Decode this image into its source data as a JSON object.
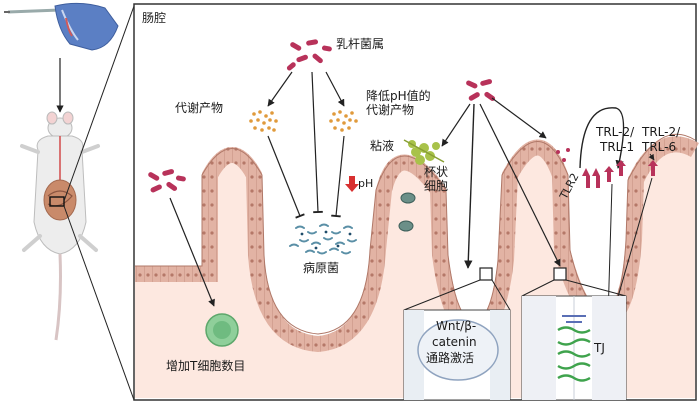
{
  "panel_title": "肠腔",
  "labels": {
    "lactobacillus": "乳杆菌属",
    "metabolites": "代谢产物",
    "ph_metabolites_line1": "降低pH值的",
    "ph_metabolites_line2": "代谢产物",
    "mucus": "粘液",
    "ph": "pH",
    "goblet_line1": "杯状",
    "goblet_line2": "细胞",
    "pathogen": "病原菌",
    "t_cells": "增加T细胞数目",
    "tlr2": "TLR2",
    "trl2_1_line1": "TRL-2/",
    "trl2_1_line2": "TRL-1",
    "trl2_6_line1": "TRL-2/",
    "trl2_6_line2": "TRL-6",
    "wnt_line1": "Wnt/β-",
    "wnt_line2": "catenin",
    "wnt_line3": "通路激活",
    "tj": "TJ"
  },
  "colors": {
    "bacteria": "#b8325a",
    "metabolite": "#e09a3c",
    "epithelium": "#d9a898",
    "tissue": "#fbe4dc",
    "t_cell": "#8fcf9a",
    "pathogen": "#5a8fa6",
    "mucus": "#a8c24a"
  }
}
